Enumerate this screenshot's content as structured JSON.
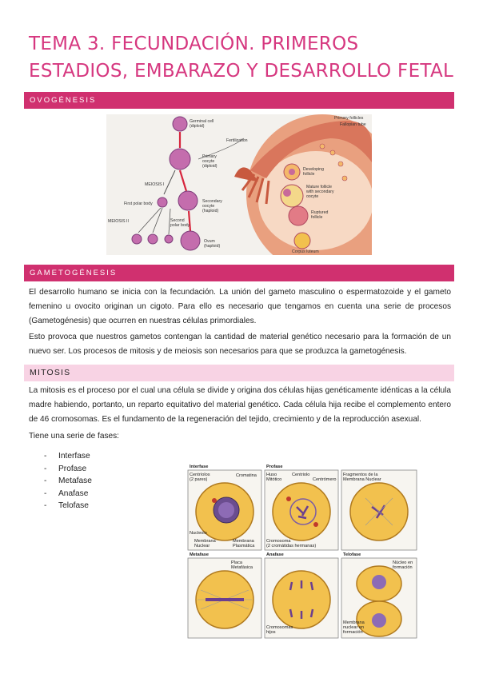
{
  "title": "TEMA 3. FECUNDACIÓN. PRIMEROS ESTADIOS, EMBARAZO Y DESARROLLO FETAL",
  "sections": {
    "ovogenesis": "OVOGÉNESIS",
    "gametogenesis": "GAMETOGÉNESIS",
    "mitosis": "MITOSIS"
  },
  "oogenesis_figure": {
    "labels": {
      "germinal": "Germinal cell",
      "germinal_sub": "(diploid)",
      "primary_oocyte": "Primary",
      "primary_oocyte_2": "oocyte",
      "primary_oocyte_sub": "(diploid)",
      "meiosis1": "MEIOSIS I",
      "first_polar": "First polar body",
      "secondary_oocyte": "Secondary",
      "secondary_oocyte_2": "oocyte",
      "secondary_oocyte_sub": "(haploid)",
      "meiosis2": "MEIOSIS II",
      "second_polar": "Second",
      "second_polar_2": "polar body",
      "ovum": "Ovum",
      "ovum_sub": "(haploid)",
      "fertilization": "Fertilization",
      "primary_follicles": "Primary follicles",
      "fallopian": "Fallopian tube",
      "developing": "Developing",
      "developing_2": "follicle",
      "mature": "Mature follicle",
      "mature_2": "with secondary",
      "mature_3": "oocyte",
      "ruptured": "Ruptured",
      "ruptured_2": "follicle",
      "corpus": "Corpus luteum"
    }
  },
  "gametogenesis_text": {
    "p1": "El desarrollo humano se inicia con la fecundación. La unión del gameto masculino o espermatozoide y el gameto femenino u ovocito originan un cigoto. Para ello es necesario que tengamos en cuenta una serie de procesos (Gametogénesis) que ocurren en nuestras células primordiales.",
    "p2": "Esto provoca que nuestros gametos contengan la cantidad de material genético necesario para la formación de un nuevo ser. Los procesos de mitosis y de meiosis son necesarios para que se produzca la gametogénesis."
  },
  "mitosis_text": {
    "p1": "La mitosis es el proceso por el cual una célula se divide y origina dos células hijas genéticamente idénticas a la célula madre habiendo, portanto, un reparto equitativo del material genético. Cada célula hija recibe el complemento entero de 46 cromosomas. Es el fundamento de la regeneración del tejido, crecimiento y de la reproducción asexual.",
    "p2": "Tiene una serie de fases:"
  },
  "phases": [
    "Interfase",
    "Profase",
    "Metafase",
    "Anafase",
    "Telofase"
  ],
  "mitosis_figure": {
    "labels": {
      "interfase": "Interfase",
      "profase": "Profase",
      "centriolos": "Centríolos",
      "centriolos_2": "(2 pares)",
      "cromatina": "Cromatina",
      "huso": "Huso",
      "huso_2": "Mitótico",
      "centriolo": "Centriolo",
      "centromero": "Centrómero",
      "fragmentos": "Fragmentos de la",
      "fragmentos_2": "Membrana Nuclear",
      "nucleolo": "Nucleolo",
      "membrana_nuclear": "Membrana",
      "membrana_nuclear_2": "Nuclear",
      "membrana_plasmatica": "Membrana",
      "membrana_plasmatica_2": "Plasmática",
      "cromosoma": "Cromosoma",
      "cromosoma_2": "(2 cromátidas hermanas)",
      "metafase": "Metafase",
      "placa": "Placa",
      "placa_2": "Metafásica",
      "anafase": "Anafase",
      "telofase": "Telofase",
      "nucleo_en": "Núcleo en",
      "nucleo_en_2": "formación",
      "cromosomas_hijos": "Cromosomas",
      "cromosomas_hijos_2": "hijos",
      "membrana_formacion": "Membrana",
      "membrana_formacion_2": "nuclear en",
      "membrana_formacion_3": "formación"
    }
  },
  "colors": {
    "accent": "#d0306f",
    "title": "#d6377f",
    "light_bar": "#f8d3e4",
    "cell_fill": "#f2c14e"
  }
}
